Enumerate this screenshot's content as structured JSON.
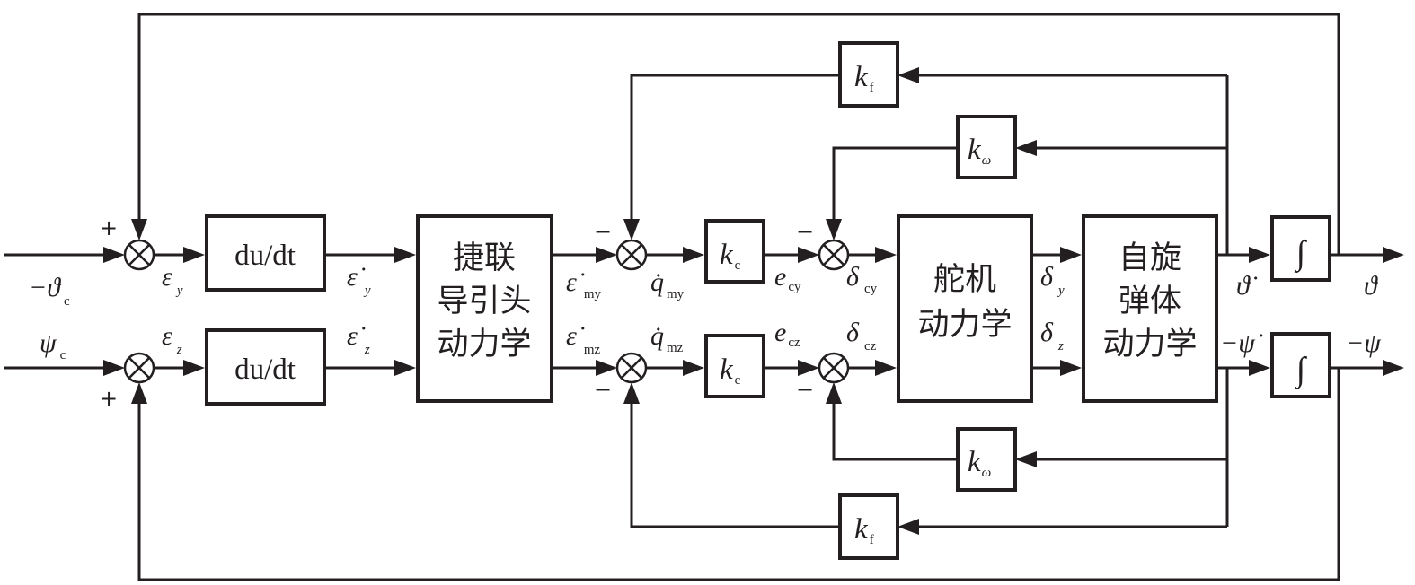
{
  "blocks": {
    "diff": "du/dt",
    "integ": "∫",
    "kf_sym": "k",
    "kf_sub": "f",
    "kw_sym": "k",
    "kw_sub": "ω",
    "kc_sym": "k",
    "kc_sub": "c",
    "seeker": [
      "捷联",
      "导引头",
      "动力学"
    ],
    "actuator": [
      "舵机",
      "动力学"
    ],
    "body": [
      "自旋",
      "弹体",
      "动力学"
    ]
  },
  "signals": {
    "theta_c_in": {
      "sym": "−ϑ",
      "sub": "c"
    },
    "psi_c_in": {
      "sym": "ψ",
      "sub": "c"
    },
    "eps_y": {
      "sym": "ε",
      "sub": "y"
    },
    "eps_z": {
      "sym": "ε",
      "sub": "z"
    },
    "epsdot_y": {
      "sym": "ε̇",
      "sub": "y"
    },
    "epsdot_z": {
      "sym": "ε̇",
      "sub": "z"
    },
    "epsdot_my": {
      "sym": "ε̇",
      "sub": "my"
    },
    "epsdot_mz": {
      "sym": "ε̇",
      "sub": "mz"
    },
    "qdot_my": {
      "sym": "q̇",
      "sub": "my"
    },
    "qdot_mz": {
      "sym": "q̇",
      "sub": "mz"
    },
    "e_cy": {
      "sym": "e",
      "sub": "cy"
    },
    "e_cz": {
      "sym": "e",
      "sub": "cz"
    },
    "delta_cy": {
      "sym": "δ",
      "sub": "cy"
    },
    "delta_cz": {
      "sym": "δ",
      "sub": "cz"
    },
    "delta_y": {
      "sym": "δ",
      "sub": "y"
    },
    "delta_z": {
      "sym": "δ",
      "sub": "z"
    },
    "thetadot": "ϑ̇",
    "psidot_neg": "−ψ̇",
    "theta_out": "ϑ",
    "psi_out_neg": "−ψ"
  },
  "signs": {
    "plus": "+",
    "minus": "−"
  }
}
